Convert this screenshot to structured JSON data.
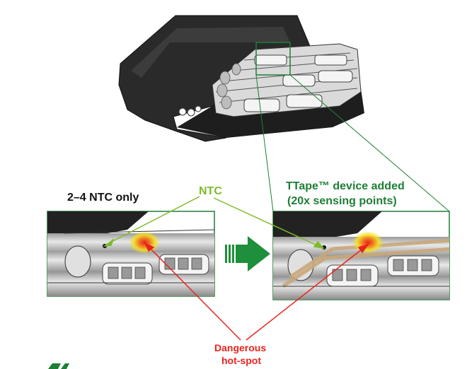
{
  "labels": {
    "left_caption": "2–4 NTC only",
    "ntc": "NTC",
    "right_caption_line1": "TTape™ device added",
    "right_caption_line2": "(20x sensing points)",
    "hotspot_line1": "Dangerous",
    "hotspot_line2": "hot-spot"
  },
  "colors": {
    "frame_green": "#1e7f35",
    "ntc_green": "#7dbb2a",
    "hotspot_red": "#e8231b",
    "arrow_green": "#1e8f3a",
    "housing_dark": "#2a2a2a",
    "cell_grey": "#d4d4d4"
  }
}
